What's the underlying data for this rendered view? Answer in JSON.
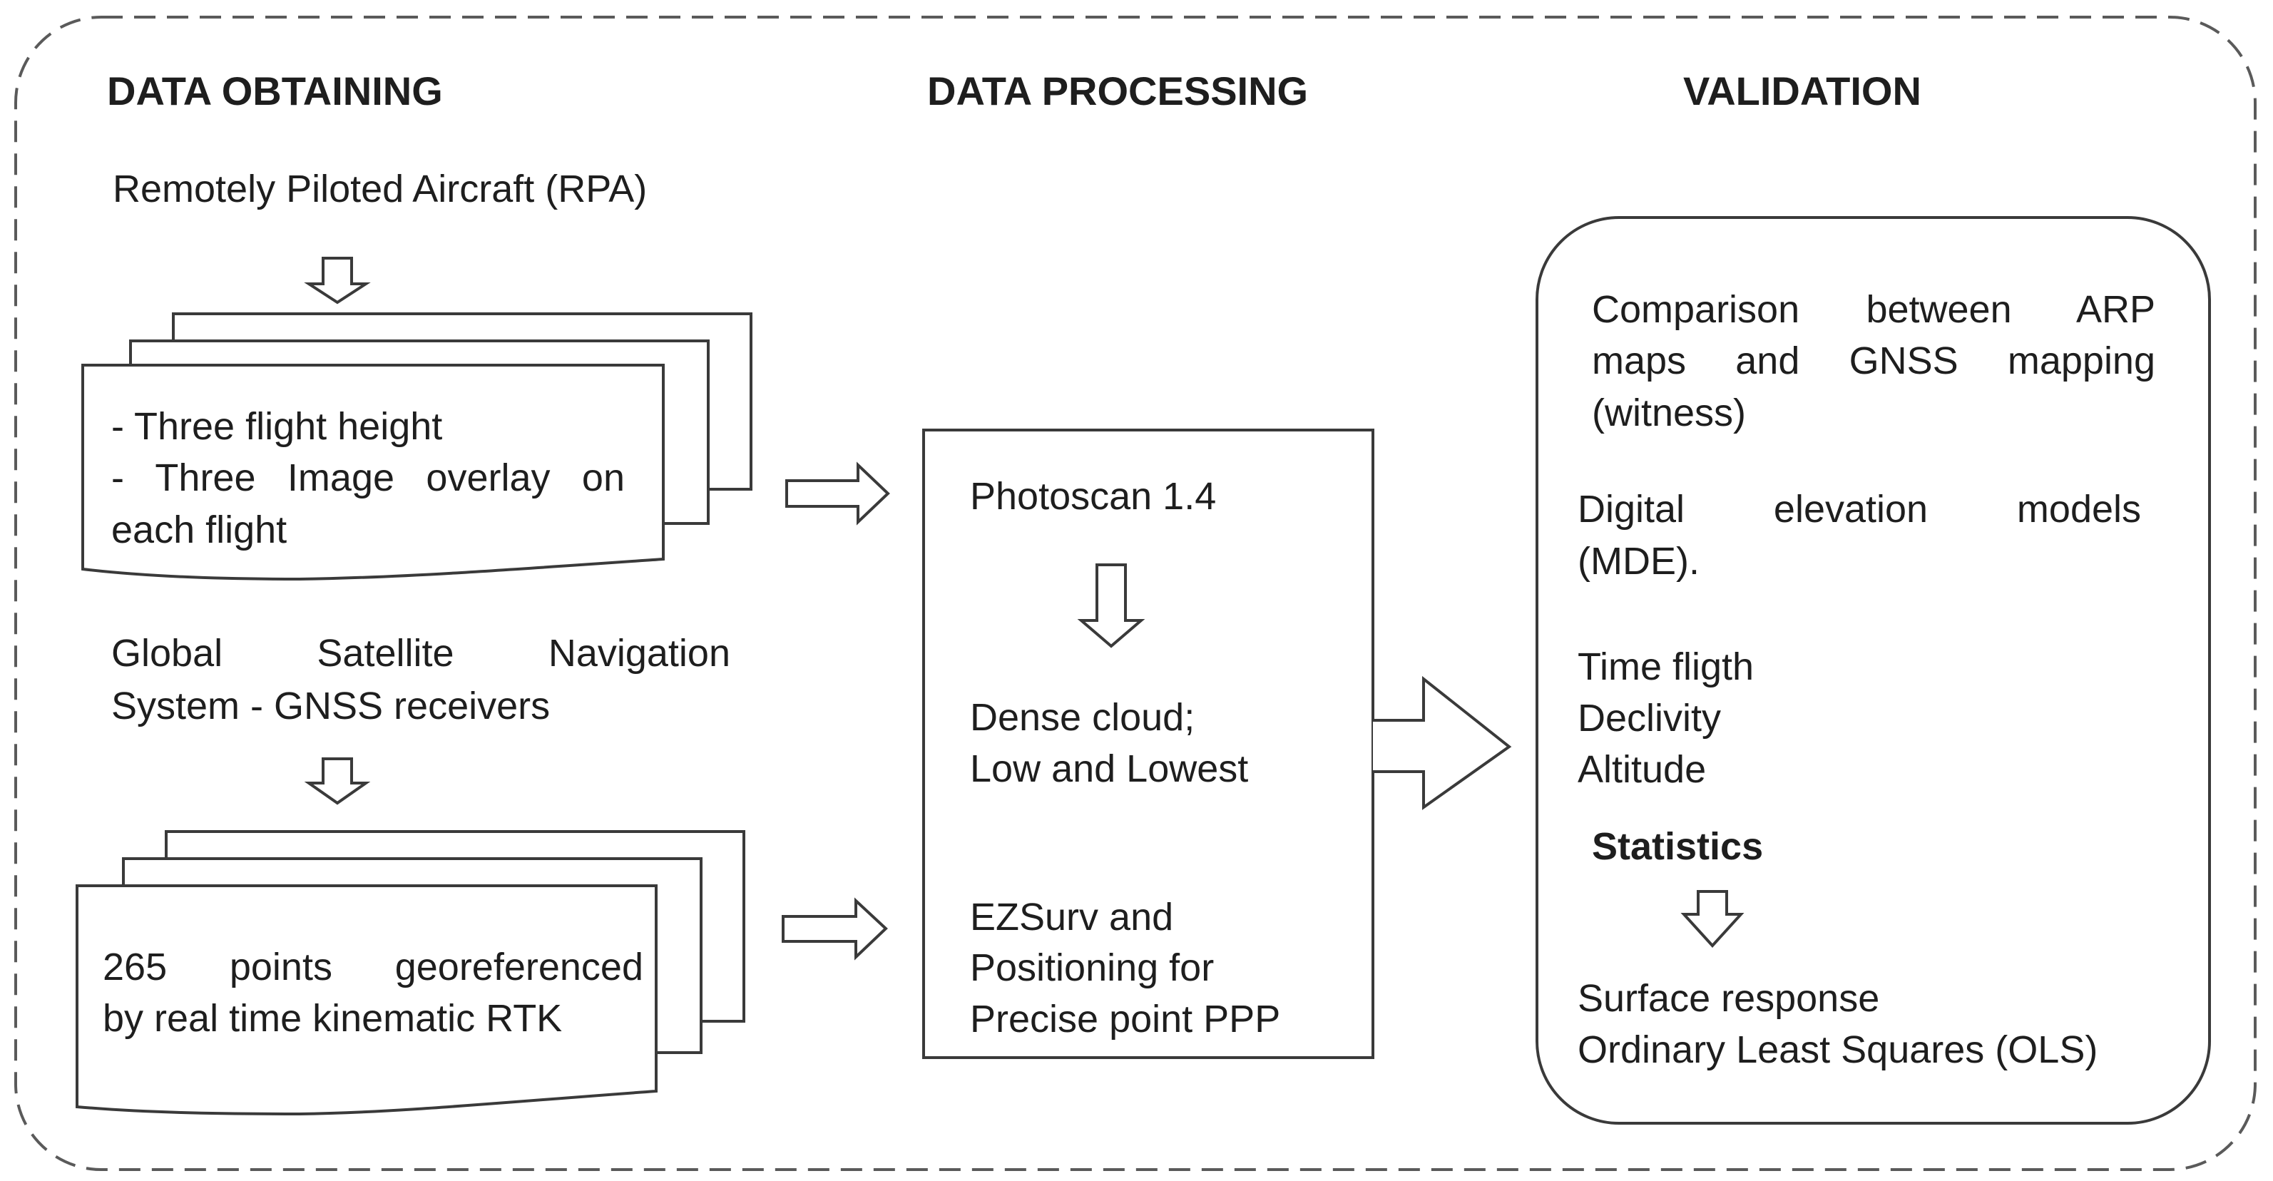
{
  "headers": {
    "obtaining": "DATA OBTAINING",
    "processing": "DATA PROCESSING",
    "validation": "VALIDATION"
  },
  "obtaining": {
    "rpa_title": "Remotely Piloted Aircraft (RPA)",
    "rpa_doc_lines": [
      "- Three flight height",
      "- Three Image overlay on",
      "each flight"
    ],
    "gnss_title_lines": [
      "Global Satellite Navigation",
      "System - GNSS receivers"
    ],
    "gnss_doc_lines": [
      "265 points georeferenced",
      "by real time kinematic RTK"
    ]
  },
  "processing": {
    "photoscan": "Photoscan 1.4",
    "dense_lines": [
      "Dense cloud;",
      "Low and Lowest"
    ],
    "ezsurv_lines": [
      "EZSurv and",
      "Positioning for",
      "Precise point PPP"
    ]
  },
  "validation": {
    "comparison_lines": [
      "Comparison between ARP",
      "maps and GNSS mapping",
      "(witness)"
    ],
    "dem_lines": [
      "Digital elevation models",
      "(MDE)."
    ],
    "factors": [
      "Time fligth",
      "Declivity",
      "Altitude"
    ],
    "statistics": "Statistics",
    "methods": [
      "Surface response",
      "Ordinary Least Squares (OLS)"
    ]
  },
  "colors": {
    "stroke": "#4a4a4a",
    "text": "#1e1e1e",
    "background": "#ffffff"
  }
}
